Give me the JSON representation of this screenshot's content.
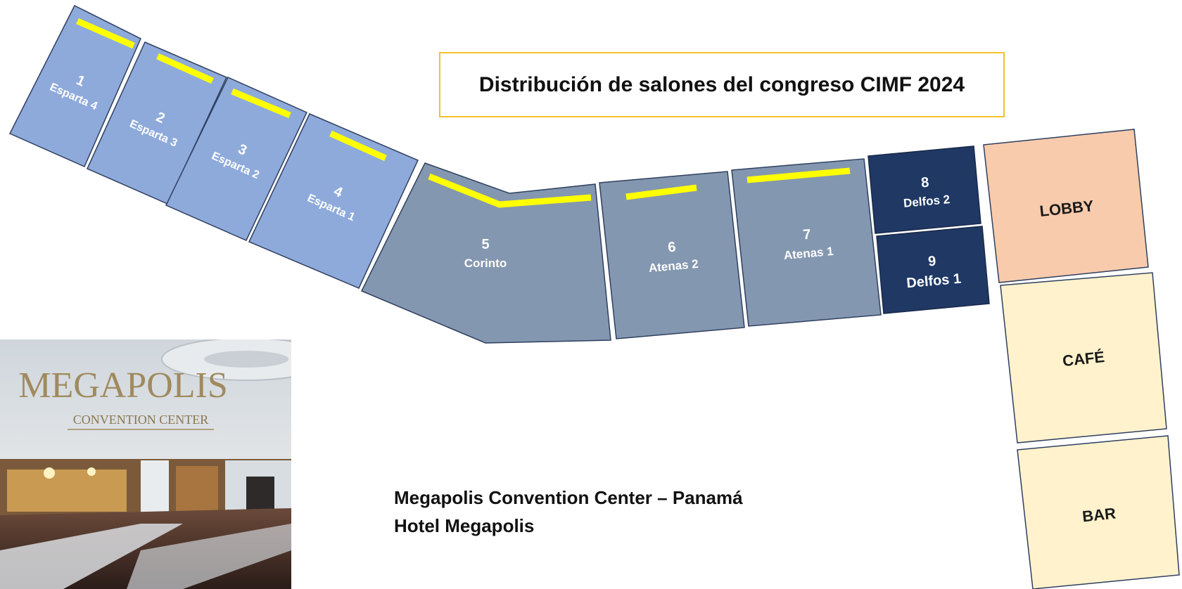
{
  "title": "Distribución de salones del congreso CIMF 2024",
  "venue": {
    "line1": "Megapolis Convention Center – Panamá",
    "line2": "Hotel Megapolis"
  },
  "photo": {
    "sign_main": "MEGAPOLIS",
    "sign_sub": "CONVENTION CENTER"
  },
  "rooms": [
    {
      "id": "1",
      "number": "1",
      "name": "Esparta 4",
      "color": "#8eaadb"
    },
    {
      "id": "2",
      "number": "2",
      "name": "Esparta  3",
      "color": "#8eaadb"
    },
    {
      "id": "3",
      "number": "3",
      "name": "Esparta 2",
      "color": "#8eaadb"
    },
    {
      "id": "4",
      "number": "4",
      "name": "Esparta 1",
      "color": "#8eaadb"
    },
    {
      "id": "5",
      "number": "5",
      "name": "Corinto",
      "color": "#8497b0"
    },
    {
      "id": "6",
      "number": "6",
      "name": "Atenas 2",
      "color": "#8497b0"
    },
    {
      "id": "7",
      "number": "7",
      "name": "Atenas 1",
      "color": "#8497b0"
    },
    {
      "id": "8",
      "number": "8",
      "name": "Delfos 2",
      "color": "#1f3864"
    },
    {
      "id": "9",
      "number": "9",
      "name": "Delfos 1",
      "color": "#1f3864"
    }
  ],
  "areas": {
    "lobby": {
      "label": "LOBBY",
      "color": "#f8cbad"
    },
    "cafe": {
      "label": "CAFÉ",
      "color": "#fff2cc"
    },
    "bar": {
      "label": "BAR",
      "color": "#fff2cc"
    }
  },
  "stage_color": "#ffff00"
}
